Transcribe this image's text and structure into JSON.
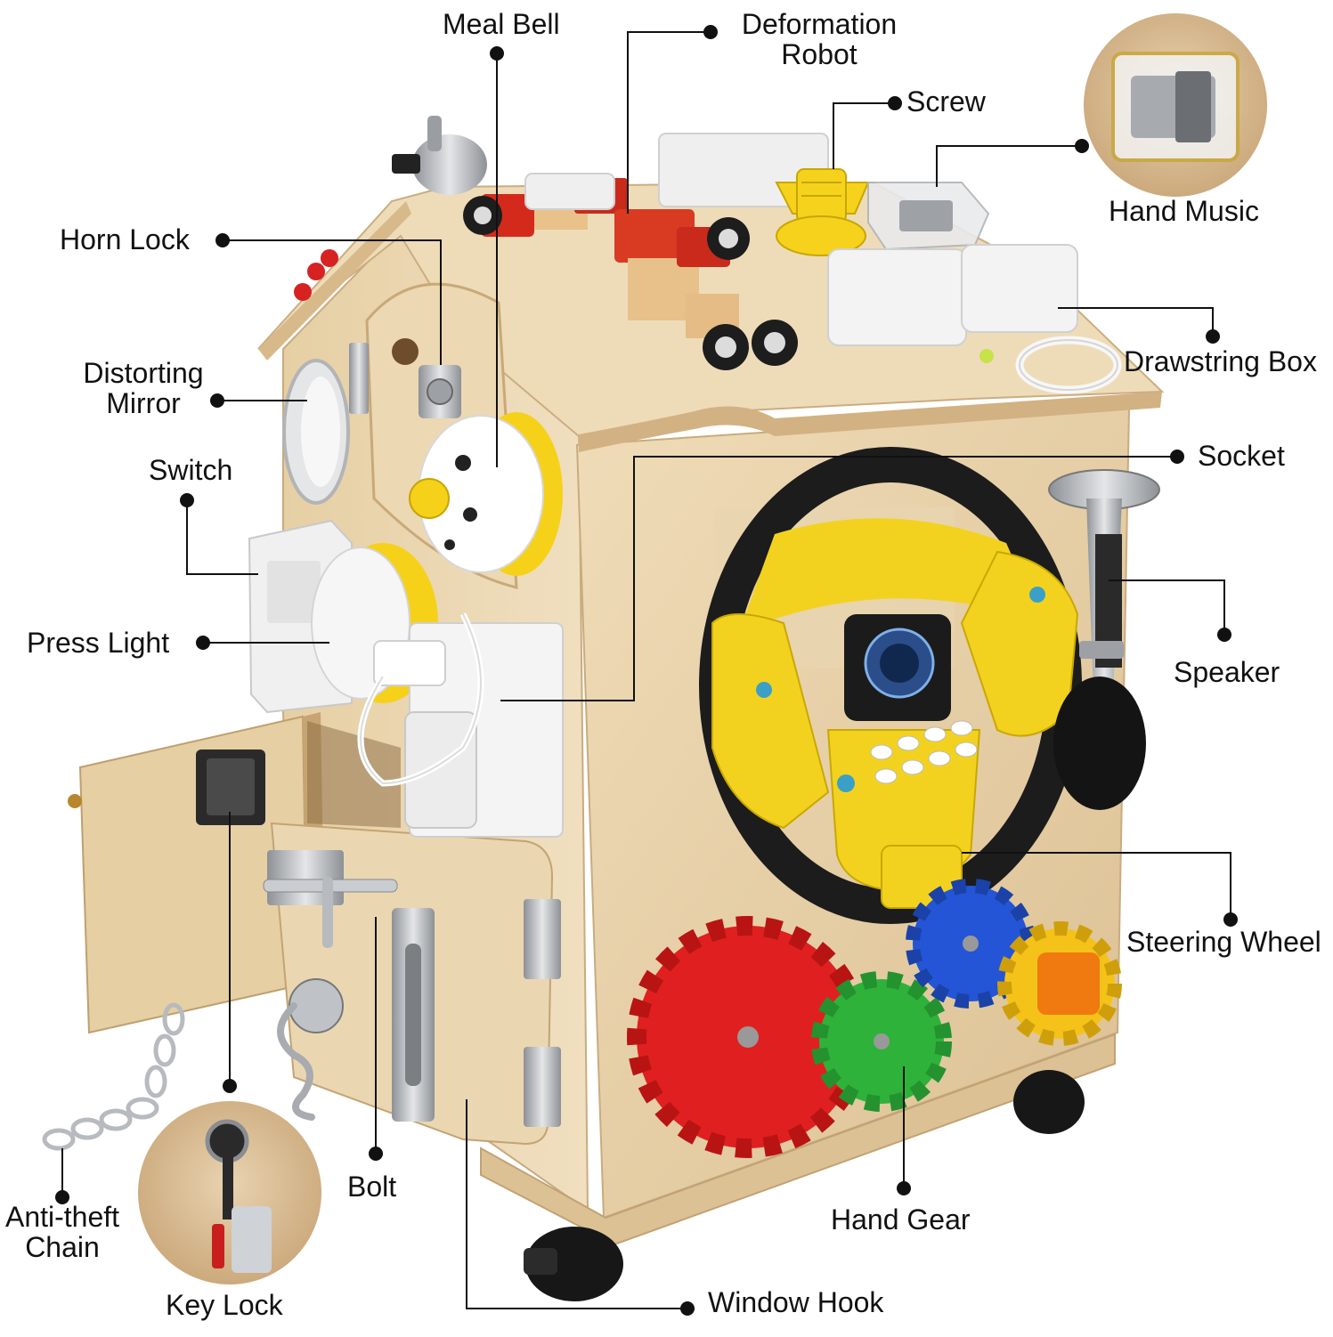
{
  "labels": {
    "meal_bell": "Meal Bell",
    "deformation_robot": [
      "Deformation",
      "Robot"
    ],
    "screw": "Screw",
    "hand_music": "Hand Music",
    "horn_lock": "Horn Lock",
    "distorting_mirror": [
      "Distorting",
      "Mirror"
    ],
    "switch": "Switch",
    "press_light": "Press Light",
    "drawstring_box": "Drawstring Box",
    "socket": "Socket",
    "speaker": "Speaker",
    "steering_wheel": "Steering Wheel",
    "anti_theft_chain": [
      "Anti-theft",
      "Chain"
    ],
    "key_lock": "Key Lock",
    "bolt": "Bolt",
    "hand_gear": "Hand Gear",
    "window_hook": "Window Hook"
  },
  "colors": {
    "background": "#ffffff",
    "wood": "#e8d3aa",
    "wood_dark": "#caa97a",
    "wood_edge": "#d9bd8c",
    "steering_yellow": "#f3d21f",
    "steering_black": "#1c1c1c",
    "gear_red": "#e02020",
    "gear_green": "#2eb23a",
    "gear_blue": "#2355d6",
    "gear_yellow": "#f5c21a",
    "gear_orange": "#f07a10",
    "white_parts": "#f1f1f1",
    "metal": "#b9bcc0",
    "leader_line": "#111111"
  }
}
